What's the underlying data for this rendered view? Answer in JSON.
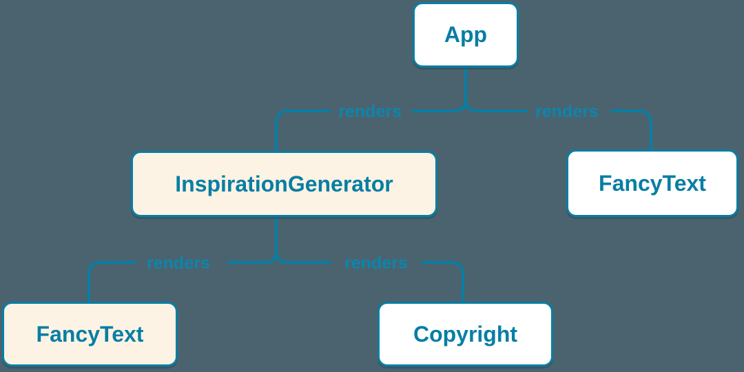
{
  "diagram_type": "component-render-tree",
  "colors": {
    "background": "#4b636e",
    "edge_line": "#087ea4",
    "edge_label_text": "#0d85ad",
    "node_border": "#087ea4",
    "node_text": "#087ea4",
    "node_bg_default": "#ffffff",
    "node_bg_highlight": "#fcf3e4"
  },
  "nodes": [
    {
      "id": "app",
      "label": "App",
      "variant": "default"
    },
    {
      "id": "inspiration-generator",
      "label": "InspirationGenerator",
      "variant": "highlight"
    },
    {
      "id": "fancy-text-top",
      "label": "FancyText",
      "variant": "default"
    },
    {
      "id": "fancy-text-bottom",
      "label": "FancyText",
      "variant": "highlight"
    },
    {
      "id": "copyright",
      "label": "Copyright",
      "variant": "default"
    }
  ],
  "edges": [
    {
      "from": "App",
      "to": "InspirationGenerator",
      "label": "renders"
    },
    {
      "from": "App",
      "to": "FancyText",
      "label": "renders"
    },
    {
      "from": "InspirationGenerator",
      "to": "FancyText",
      "label": "renders"
    },
    {
      "from": "InspirationGenerator",
      "to": "Copyright",
      "label": "renders"
    }
  ]
}
